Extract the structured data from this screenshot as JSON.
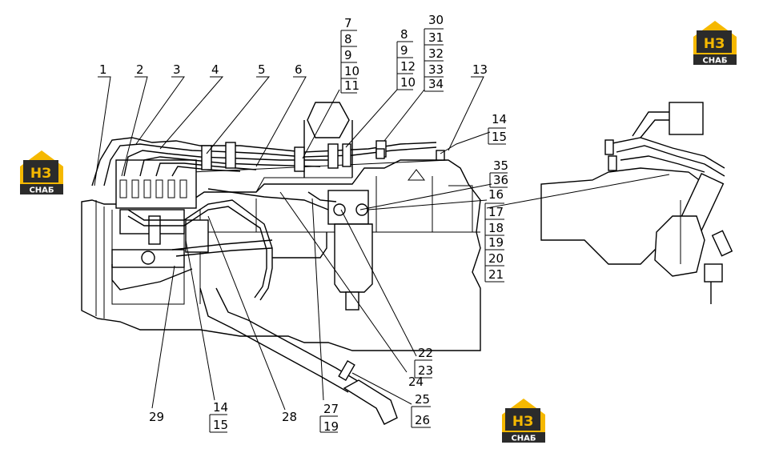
{
  "brand": {
    "logo_letters": "НЗ",
    "logo_word": "СНАБ",
    "accent_color": "#f5b800",
    "dark_color": "#2b2b2b"
  },
  "callouts_top": [
    "1",
    "2",
    "3",
    "4",
    "5",
    "6"
  ],
  "callout_stack_a": [
    "7",
    "8",
    "9",
    "10",
    "11"
  ],
  "callout_stack_b": [
    "8",
    "9",
    "12",
    "10"
  ],
  "callout_stack_c": [
    "30",
    "31",
    "32",
    "33",
    "34"
  ],
  "callout_13": "13",
  "callout_14_15_top": [
    "14",
    "15"
  ],
  "callout_35_36": [
    "35",
    "36"
  ],
  "callout_stack_right": [
    "16",
    "17",
    "18",
    "19",
    "20",
    "21"
  ],
  "callout_22_23": [
    "22",
    "23"
  ],
  "callout_24": "24",
  "callout_25_26": [
    "25",
    "26"
  ],
  "callout_27_19": [
    "27",
    "19"
  ],
  "callout_28": "28",
  "callout_14_15_bottom": [
    "14",
    "15"
  ],
  "callout_29": "29"
}
